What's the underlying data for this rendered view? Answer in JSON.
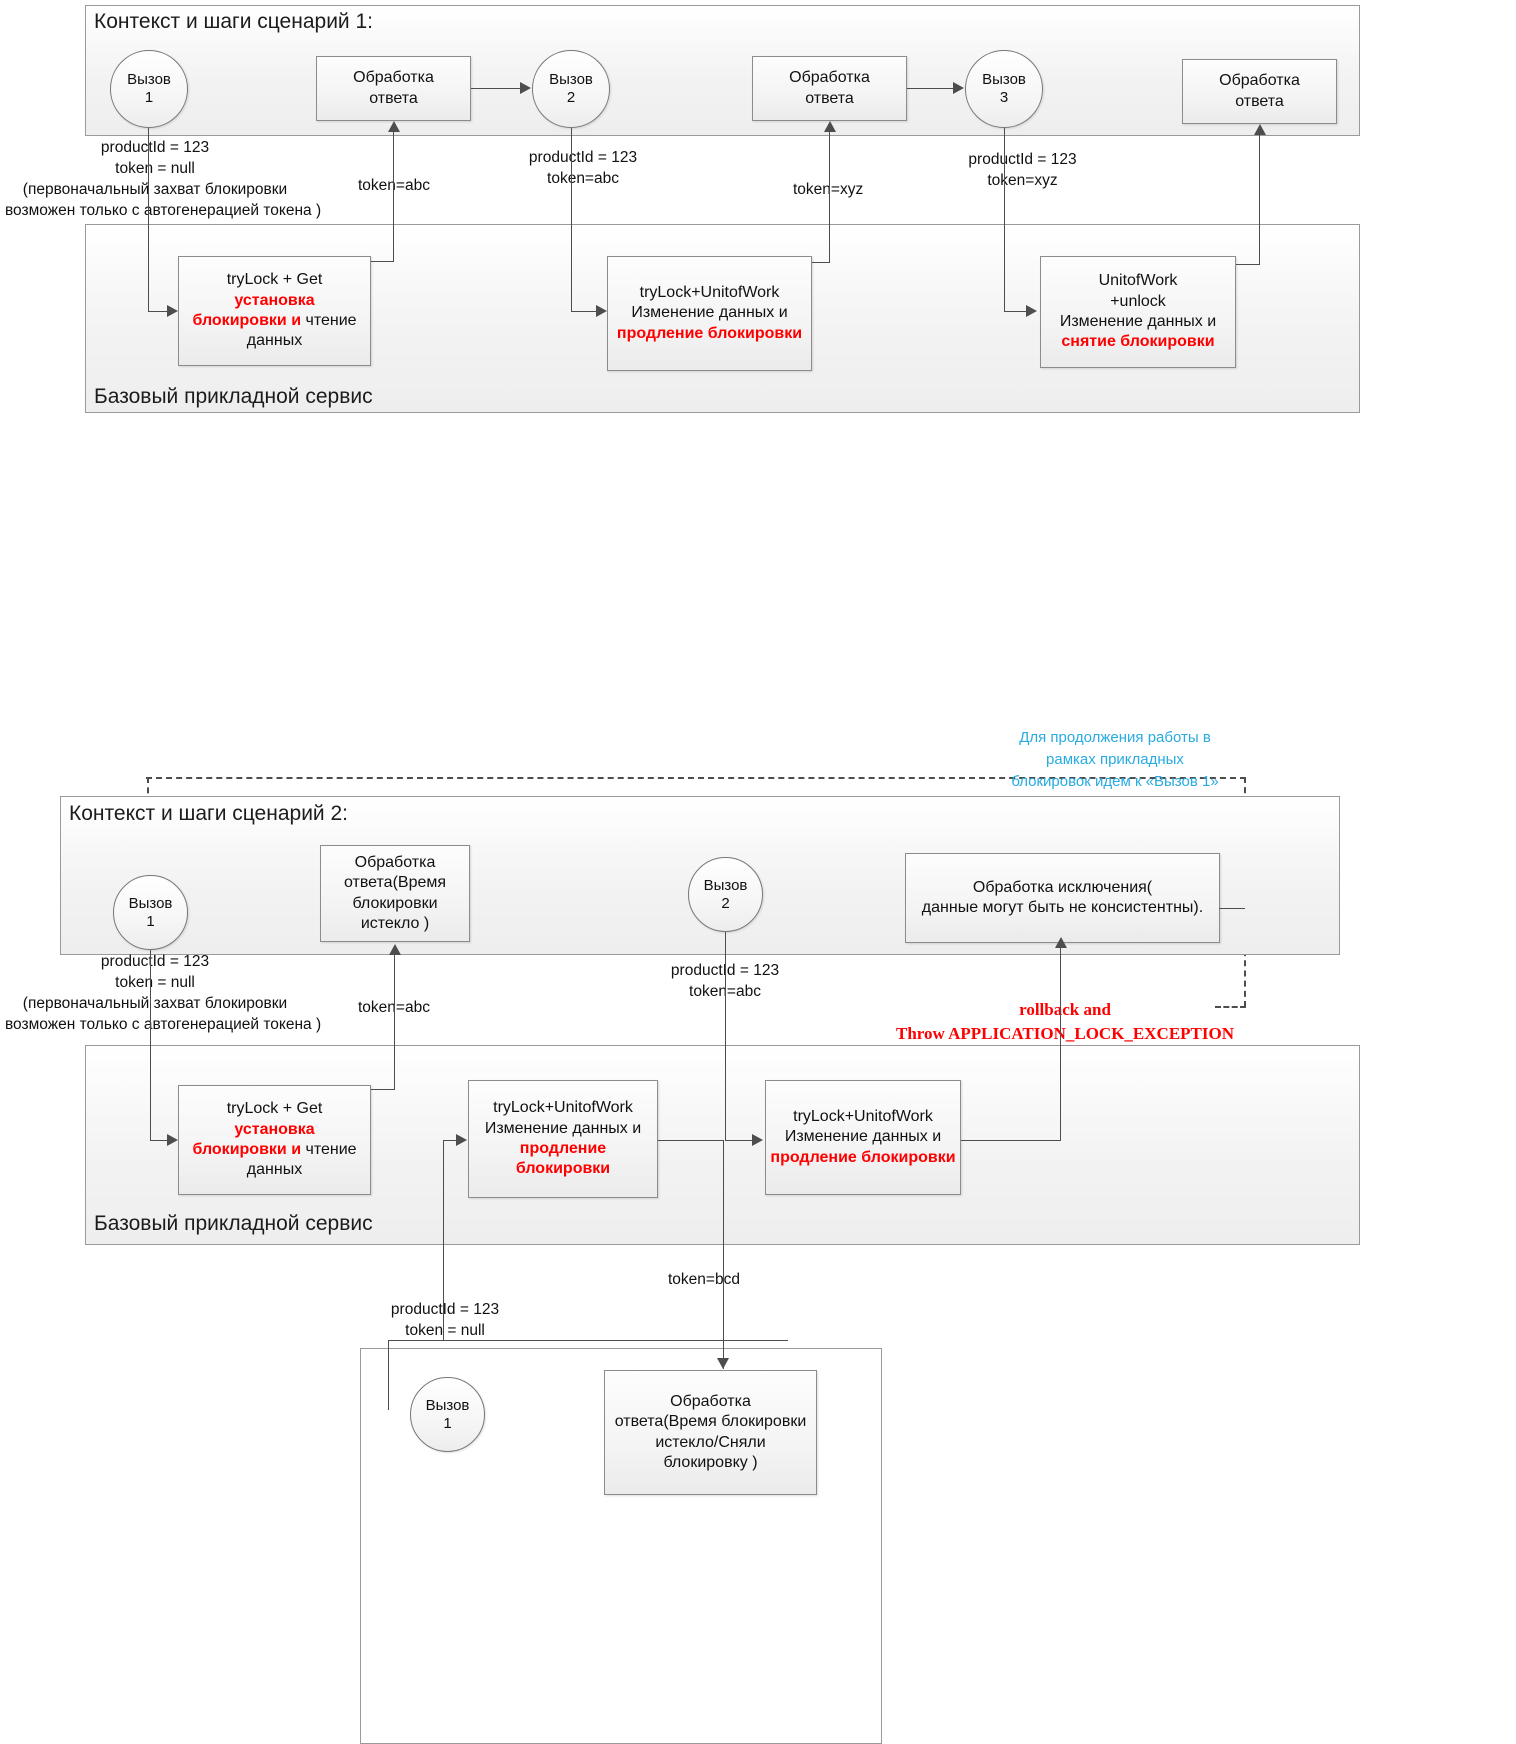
{
  "scenario1": {
    "panel_title": "Контекст и шаги сценарий 1:",
    "service_title": "Базовый прикладной сервис",
    "calls": [
      {
        "line1": "Вызов",
        "line2": "1"
      },
      {
        "line1": "Вызов",
        "line2": "2"
      },
      {
        "line1": "Вызов",
        "line2": "3"
      }
    ],
    "responses": [
      {
        "line1": "Обработка",
        "line2": "ответа"
      },
      {
        "line1": "Обработка",
        "line2": "ответа"
      },
      {
        "line1": "Обработка",
        "line2": "ответа"
      }
    ],
    "call1_params": {
      "line1": "productId = 123",
      "line2": "token = null",
      "note1": "(первоначальный захват блокировки",
      "note2": "возможен только с автогенерацией токена )"
    },
    "edge_labels": {
      "resp1_token": "token=abc",
      "call2_l1": "productId = 123",
      "call2_l2": "token=abc",
      "resp2_token": "token=xyz",
      "call3_l1": "productId = 123",
      "call3_l2": "token=xyz"
    },
    "service_boxes": [
      {
        "l1": "tryLock + Get",
        "l2": "установка",
        "l3a": "блокировки и",
        "l3b": " чтение",
        "l4": "данных"
      },
      {
        "l1": "tryLock+UnitofWork",
        "l2": "Изменение данных и",
        "l3": "продление блокировки"
      },
      {
        "l1": "UnitofWork",
        "l2": "+unlock",
        "l3": "Изменение данных и",
        "l4": "снятие блокировки"
      }
    ]
  },
  "scenario2": {
    "panel_title": "Контекст и шаги сценарий 2:",
    "service_title": "Базовый прикладной сервис",
    "loop_note": {
      "line1": "Для продолжения работы в",
      "line2": "рамках прикладных",
      "line3": "блокировок идем  к «Вызов 1»"
    },
    "call1": {
      "line1": "Вызов",
      "line2": "1"
    },
    "call2": {
      "line1": "Вызов",
      "line2": "2"
    },
    "response1": {
      "l1": "Обработка",
      "l2": "ответа(Время",
      "l3": "блокировки",
      "l4": "истекло )"
    },
    "exception_box": {
      "l1": "Обработка исключения(",
      "l2": "данные могут быть не консистентны)."
    },
    "call1_params": {
      "line1": "productId = 123",
      "line2": "token = null",
      "note1": "(первоначальный захват блокировки",
      "note2": "возможен только с автогенерацией токена )"
    },
    "edge_labels": {
      "resp1_token": "token=abc",
      "call2_l1": "productId = 123",
      "call2_l2": "token=abc",
      "token_bcd": "token=bcd",
      "bottom_call_l1": "productId = 123",
      "bottom_call_l2": "token = null"
    },
    "rollback_note": {
      "line1": "rollback  and",
      "line2": "Throw APPLICATION_LOCK_EXCEPTION"
    },
    "service_boxes": [
      {
        "l1": "tryLock + Get",
        "l2": "установка",
        "l3a": "блокировки и",
        "l3b": " чтение",
        "l4": "данных"
      },
      {
        "l1": "tryLock+UnitofWork",
        "l2": "Изменение данных и",
        "l3": "продление",
        "l4": "блокировки"
      },
      {
        "l1": "tryLock+UnitofWork",
        "l2": "Изменение данных и",
        "l3": "продление блокировки"
      }
    ],
    "bottom": {
      "call": {
        "line1": "Вызов",
        "line2": "1"
      },
      "response": {
        "l1": "Обработка",
        "l2": "ответа(Время блокировки",
        "l3": "истекло/Сняли",
        "l4": "блокировку )"
      }
    }
  },
  "colors": {
    "accent_red": "#ff0000",
    "accent_cyan": "#29ABE2",
    "line": "#4d4d4d",
    "panel_border": "#9a9a9a"
  }
}
